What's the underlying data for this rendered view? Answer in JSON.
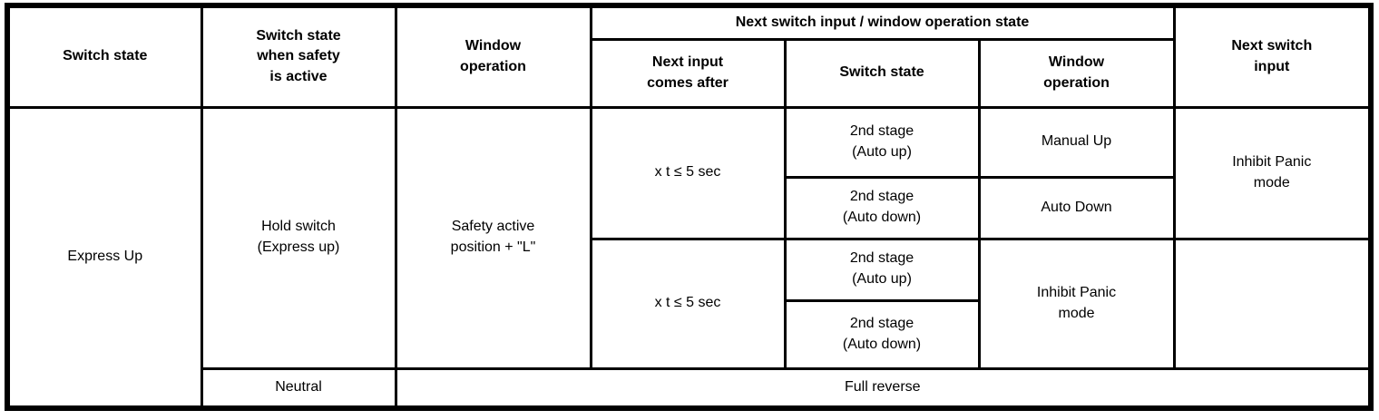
{
  "table": {
    "header": {
      "switch_state": "Switch state",
      "switch_state_safety": "Switch state\nwhen safety\nis active",
      "window_operation": "Window\noperation",
      "next_group": "Next switch input / window operation state",
      "sub_next_input_after": "Next input\ncomes after",
      "sub_switch_state": "Switch state",
      "sub_window_operation": "Window\noperation",
      "next_switch_input": "Next switch\ninput"
    },
    "body": {
      "switch_state": "Express Up",
      "safety_state": "Hold switch\n(Express up)",
      "window_operation": "Safety active\nposition + \"L\"",
      "group1": {
        "next_input_after": "x t ≤ 5 sec",
        "rows": [
          {
            "switch_state": "2nd stage\n(Auto up)",
            "window_operation": "Manual Up"
          },
          {
            "switch_state": "2nd stage\n(Auto down)",
            "window_operation": "Auto Down"
          }
        ],
        "next_switch_input": "Inhibit Panic\nmode"
      },
      "group2": {
        "next_input_after": "x t ≤ 5 sec",
        "rows": [
          {
            "switch_state": "2nd stage\n(Auto up)"
          },
          {
            "switch_state": "2nd stage\n(Auto down)"
          }
        ],
        "window_operation": "Inhibit Panic\nmode",
        "next_switch_input": ""
      },
      "neutral": {
        "safety_state": "Neutral",
        "operation": "Full reverse"
      }
    },
    "colors": {
      "border": "#000000",
      "background": "#ffffff",
      "text": "#000000"
    }
  }
}
